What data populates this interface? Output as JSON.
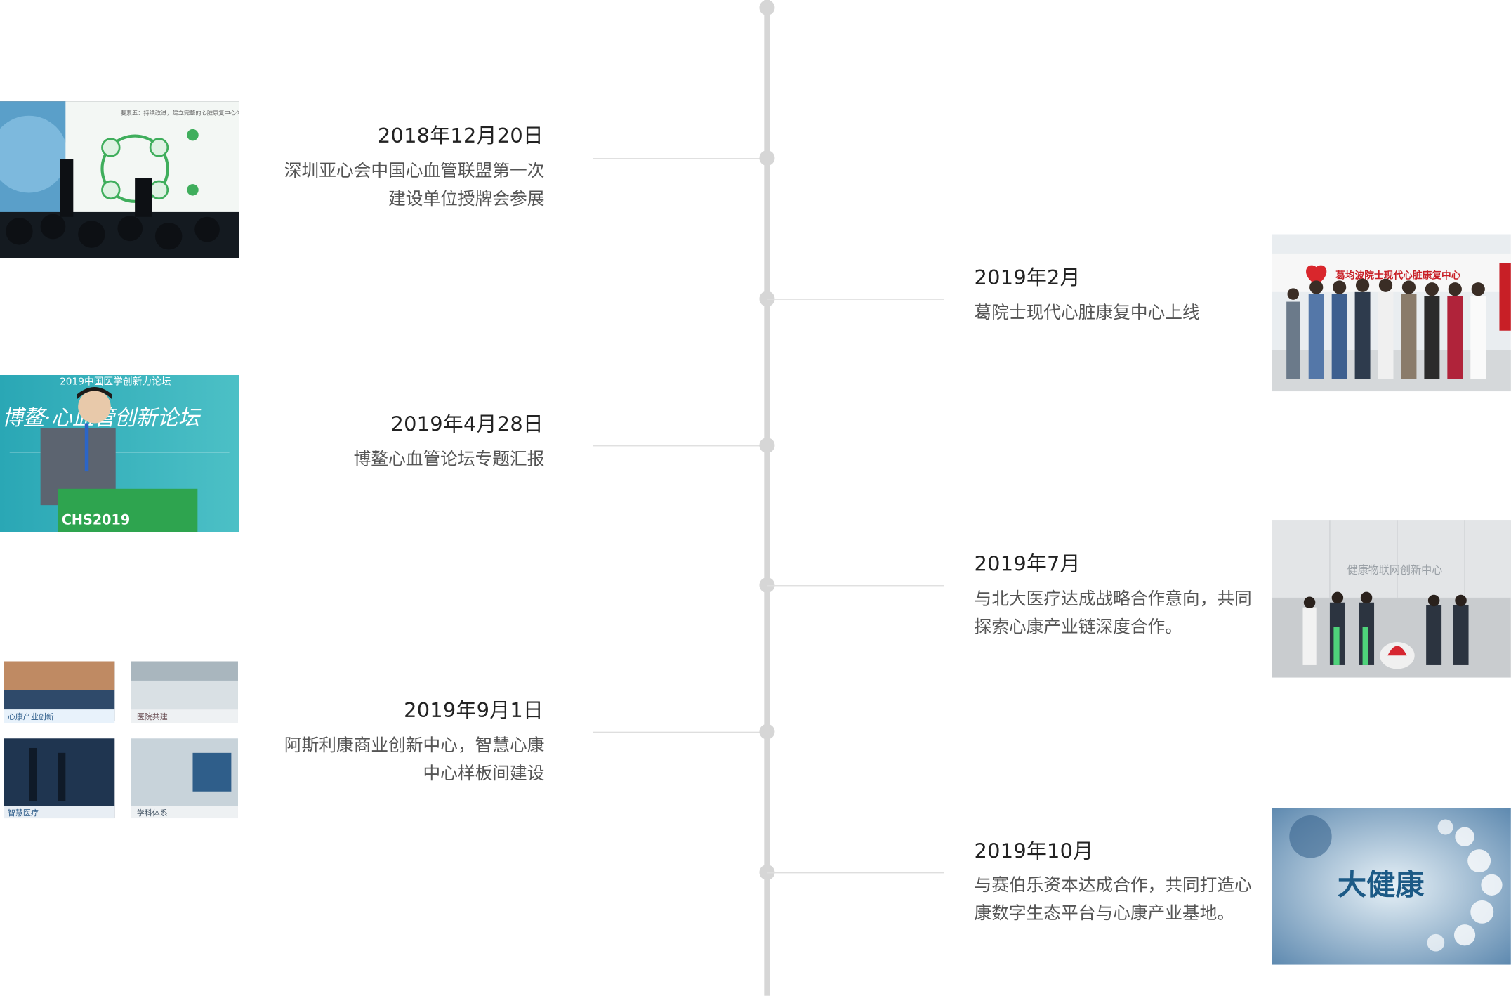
{
  "timeline": {
    "events": [
      {
        "date": "2018年12月20日",
        "desc": "深圳亚心会中国心血管联盟第一次建设单位授牌会参展",
        "photo": "conference-stage-photo",
        "photo_text": "要素五：持续改进，建立完整的心脏康复中心体系"
      },
      {
        "date": "2019年2月",
        "desc": "葛院士现代心脏康复中心上线",
        "photo": "group-photo-rehab-center",
        "photo_text": "葛均波院士现代心脏康复中心"
      },
      {
        "date": "2019年4月28日",
        "desc": "博鳌心血管论坛专题汇报",
        "photo": "speaker-podium-photo",
        "photo_text": "博鳌·心血管创新论坛",
        "photo_text2": "CHS2019",
        "photo_text3": "2019中国医学创新力论坛"
      },
      {
        "date": "2019年7月",
        "desc": "与北大医疗达成战略合作意向，共同探索心康产业链深度合作。",
        "photo": "ribbon-ceremony-photo",
        "photo_text": "健康物联网创新中心"
      },
      {
        "date": "2019年9月1日",
        "desc": "阿斯利康商业创新中心，智慧心康中心样板间建设",
        "photo": "showroom-collage",
        "collage_labels": [
          "心康产业创新",
          "医院共建",
          "智慧医疗",
          "学科体系"
        ]
      },
      {
        "date": "2019年10月",
        "desc": "与赛伯乐资本达成合作，共同打造心康数字生态平台与心康产业基地。",
        "photo": "big-health-dna-image",
        "photo_text": "大健康"
      }
    ]
  },
  "colors": {
    "line": "#d6d6d6",
    "date_text": "#222222",
    "desc_text": "#555555"
  }
}
